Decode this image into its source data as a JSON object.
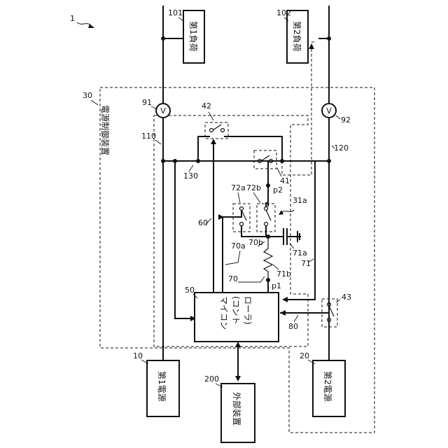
{
  "figure": {
    "ref_1": "1",
    "ref_10": "10",
    "ref_20": "20",
    "ref_30": "30",
    "ref_31a": "31a",
    "ref_41": "41",
    "ref_42": "42",
    "ref_43": "43",
    "ref_50": "50",
    "ref_60": "60",
    "ref_70": "70",
    "ref_70a": "70a",
    "ref_70b": "70b",
    "ref_71": "71",
    "ref_71a": "71a",
    "ref_71b": "71b",
    "ref_72a": "72a",
    "ref_72b": "72b",
    "ref_80": "80",
    "ref_91": "91",
    "ref_92": "92",
    "ref_101": "101",
    "ref_102": "102",
    "ref_110": "110",
    "ref_120": "120",
    "ref_130": "130",
    "ref_200": "200",
    "ref_p1": "p1",
    "ref_p2": "p2"
  },
  "blocks": {
    "load1": "第1負荷",
    "load2": "第2負荷",
    "power1": "第1電源",
    "power2": "第2電源",
    "external": "外部装置",
    "controller_line1": "マイコン",
    "controller_line2": "(コント",
    "controller_line3": "ローラ)",
    "control_device": "電源制御装置"
  },
  "symbols": {
    "voltmeter": "V"
  }
}
